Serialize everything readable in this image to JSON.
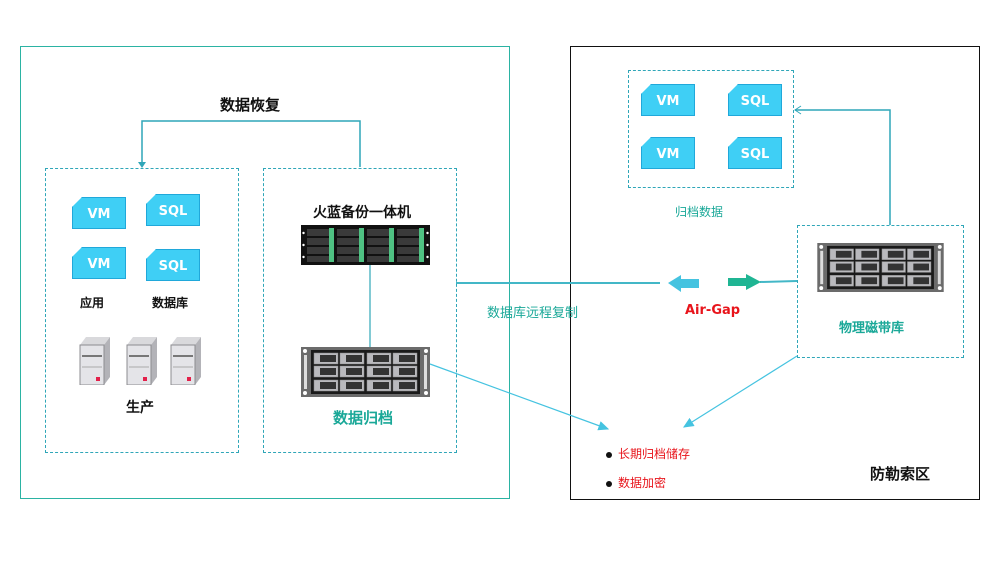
{
  "production_zone": {
    "recovery_label": "数据恢复",
    "production_group": {
      "tiles": [
        {
          "type": "vm",
          "label": "VM"
        },
        {
          "type": "sql",
          "label": "SQL"
        },
        {
          "type": "vm",
          "label": "VM"
        },
        {
          "type": "sql",
          "label": "SQL"
        }
      ],
      "app_label": "应用",
      "db_label": "数据库",
      "servers_count": 3,
      "production_label": "生产"
    },
    "backup_group": {
      "appliance_label": "火蓝备份一体机",
      "archive_label": "数据归档"
    }
  },
  "replication_label": "数据库远程复制",
  "air_gap_label": "Air-Gap",
  "vault_zone": {
    "archived_tiles": [
      {
        "type": "vm",
        "label": "VM"
      },
      {
        "type": "sql",
        "label": "SQL"
      },
      {
        "type": "vm",
        "label": "VM"
      },
      {
        "type": "sql",
        "label": "SQL"
      }
    ],
    "archived_label": "归档数据",
    "tape_library_label": "物理磁带库",
    "features": [
      "长期归档储存",
      "数据加密"
    ],
    "zone_label": "防勒索区"
  },
  "colors": {
    "teal": "#2bb3a3",
    "dash_blue": "#2fa6b8",
    "tile_blue": "#3fcff5",
    "arrow_blue": "#45c3e0",
    "arrow_green": "#1fb593",
    "alert_red": "#e8141b"
  }
}
